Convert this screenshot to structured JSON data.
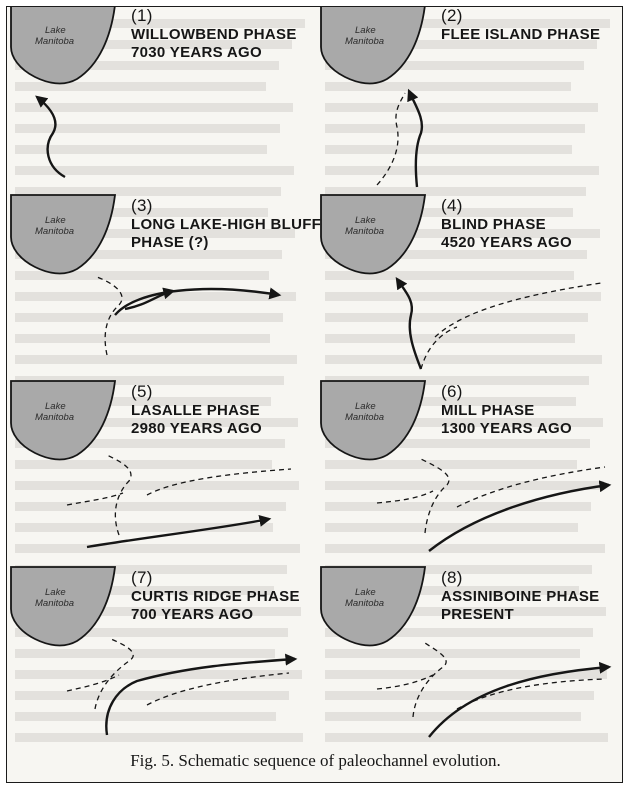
{
  "figure": {
    "panels": [
      {
        "number": "(1)",
        "title": [
          "WILLOWBEND PHASE",
          "7030 YEARS AGO"
        ],
        "lake_label": [
          "Lake",
          "Manitoba"
        ]
      },
      {
        "number": "(2)",
        "title": [
          "FLEE ISLAND PHASE"
        ],
        "lake_label": [
          "Lake",
          "Manitoba"
        ]
      },
      {
        "number": "(3)",
        "title": [
          "LONG LAKE-HIGH BLUFF",
          "PHASE (?)"
        ],
        "lake_label": [
          "Lake",
          "Manitoba"
        ]
      },
      {
        "number": "(4)",
        "title": [
          "BLIND PHASE",
          "4520 YEARS AGO"
        ],
        "lake_label": [
          "Lake",
          "Manitoba"
        ]
      },
      {
        "number": "(5)",
        "title": [
          "LASALLE PHASE",
          "2980 YEARS AGO"
        ],
        "lake_label": [
          "Lake",
          "Manitoba"
        ]
      },
      {
        "number": "(6)",
        "title": [
          "MILL PHASE",
          "1300 YEARS AGO"
        ],
        "lake_label": [
          "Lake",
          "Manitoba"
        ]
      },
      {
        "number": "(7)",
        "title": [
          "CURTIS RIDGE PHASE",
          "700 YEARS AGO"
        ],
        "lake_label": [
          "Lake",
          "Manitoba"
        ]
      },
      {
        "number": "(8)",
        "title": [
          "ASSINIBOINE PHASE",
          "PRESENT"
        ],
        "lake_label": [
          "Lake",
          "Manitoba"
        ]
      }
    ],
    "caption": "Fig. 5. Schematic sequence of paleochannel evolution.",
    "colors": {
      "lake": "#a9a9a9",
      "ink": "#161616",
      "paper": "#f7f6f2"
    }
  }
}
